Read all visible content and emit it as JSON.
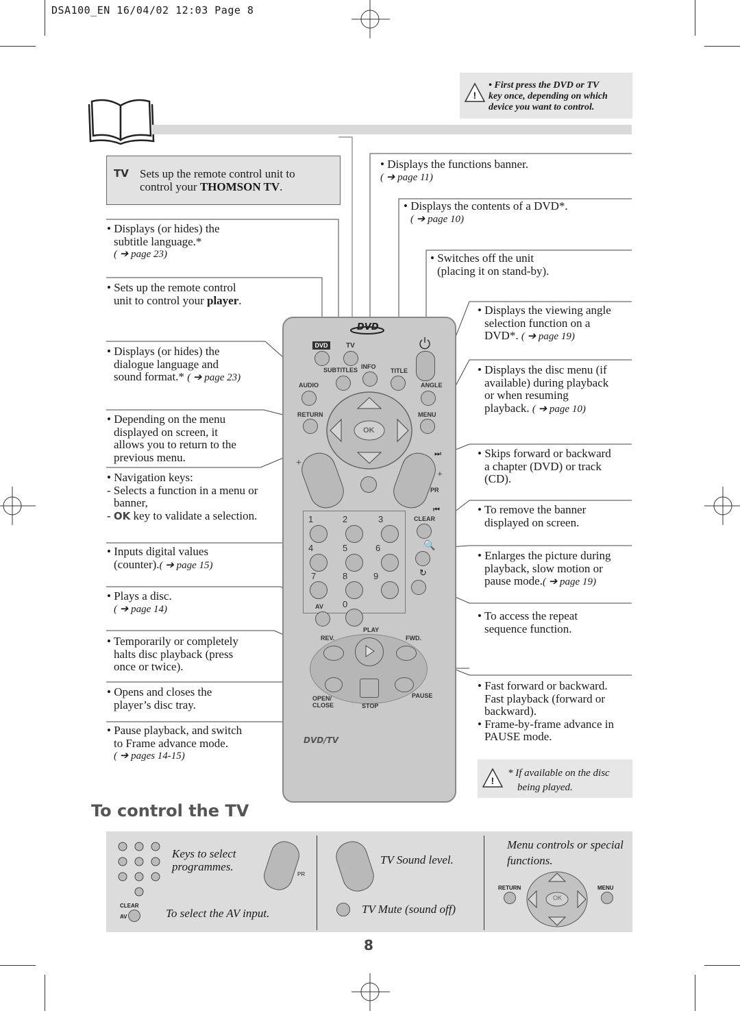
{
  "header": {
    "text": "DSA100_EN   16/04/02  12:03   Page  8"
  },
  "top_note": {
    "lines": [
      "• First press the DVD or TV",
      "key once, depending on which",
      "device you want to control."
    ]
  },
  "tv_box": {
    "label": "TV",
    "line1": "Sets up the remote control unit to",
    "line2_pre": "control your ",
    "line2_bold": "THOMSON TV",
    "line2_post": "."
  },
  "left_descs": {
    "subtitle": {
      "lines": [
        "• Displays (or hides) the",
        "subtitle language.*"
      ],
      "ref": "( ➔ page 23)"
    },
    "player": {
      "line1": "• Sets up the remote control",
      "line2_pre": "unit to control your ",
      "line2_bold": "player",
      "line2_post": "."
    },
    "audio": {
      "lines": [
        "• Displays (or hides) the",
        "dialogue language and"
      ],
      "line3": "sound format.* ",
      "ref": "( ➔ page 23)"
    },
    "return": {
      "lines": [
        "• Depending on the menu",
        "displayed on screen, it",
        "allows you to return to the",
        "previous menu."
      ]
    },
    "nav": {
      "lines": [
        "• Navigation keys:",
        "- Selects a function in a menu or",
        "banner,"
      ],
      "ok_line_pre": "- ",
      "ok_key": "OK",
      "ok_line_post": " key to validate a selection."
    },
    "digits": {
      "lines": [
        "• Inputs digital values"
      ],
      "line2": "(counter).",
      "ref": "( ➔ page 15)"
    },
    "play": {
      "lines": [
        "• Plays a disc."
      ],
      "ref": "( ➔ page 14)"
    },
    "stop": {
      "lines": [
        "• Temporarily or completely",
        "halts disc playback (press",
        "once or twice)."
      ]
    },
    "open": {
      "lines": [
        "• Opens and closes the",
        "player’s disc tray."
      ]
    },
    "pause": {
      "lines": [
        "• Pause playback, and switch",
        "to Frame advance mode."
      ],
      "ref": "( ➔ pages 14-15)"
    }
  },
  "right_descs": {
    "info": {
      "lines": [
        "• Displays the functions banner."
      ],
      "ref": "( ➔ page 11)"
    },
    "title": {
      "lines": [
        "• Displays the contents of a DVD*."
      ],
      "ref": "( ➔ page 10)"
    },
    "standby": {
      "lines": [
        "• Switches off the unit",
        "(placing it on stand-by)."
      ]
    },
    "angle": {
      "lines": [
        "• Displays the viewing angle",
        "selection function on a"
      ],
      "line3": "DVD*. ",
      "ref": "( ➔ page 19)"
    },
    "menu": {
      "lines": [
        "• Displays the disc menu (if",
        "available) during playback",
        "or when resuming"
      ],
      "line4": "playback. ",
      "ref": "( ➔ page 10)"
    },
    "skip": {
      "lines": [
        "• Skips forward or backward",
        "a chapter (DVD) or track",
        "(CD)."
      ]
    },
    "clear": {
      "lines": [
        "• To remove the banner",
        "displayed on screen."
      ]
    },
    "zoom": {
      "lines": [
        "• Enlarges the picture during",
        "playback, slow motion or"
      ],
      "line3": "pause mode.",
      "ref": "( ➔ page 19)"
    },
    "repeat": {
      "lines": [
        "• To access the repeat",
        "sequence function."
      ]
    },
    "ffwd": {
      "lines": [
        "• Fast forward or backward.",
        "Fast playback (forward or",
        "backward).",
        "• Frame-by-frame advance in",
        "PAUSE mode."
      ]
    }
  },
  "bottom_note": {
    "lines": [
      "* If available on the disc",
      "being played."
    ]
  },
  "remote": {
    "logo": "DVD",
    "dvd_key": "DVD",
    "tv_key": "TV",
    "labels": {
      "subtitles": "SUBTITLES",
      "info": "INFO",
      "title": "TITLE",
      "audio": "AUDIO",
      "angle": "ANGLE",
      "return": "RETURN",
      "menu": "MENU",
      "ok": "OK",
      "pr": "PR",
      "clear": "CLEAR",
      "av": "AV",
      "play": "PLAY",
      "rev": "REV.",
      "fwd": "FWD.",
      "open_close": "OPEN/ CLOSE",
      "stop": "STOP",
      "pause": "PAUSE",
      "brand": "DVD/TV"
    },
    "digits": [
      "1",
      "2",
      "3",
      "4",
      "5",
      "6",
      "7",
      "8",
      "9",
      "0"
    ]
  },
  "section_title": "To control the TV",
  "tv_controls": {
    "programmes": "Keys to select programmes.",
    "av_input": "To select the AV input.",
    "sound": "TV Sound level.",
    "mute": "TV Mute (sound off)",
    "menu": "Menu controls or special functions.",
    "return": "RETURN",
    "menu_key": "MENU",
    "clear": "CLEAR",
    "av": "AV",
    "ok": "OK",
    "pr": "PR"
  },
  "page_number": "8"
}
